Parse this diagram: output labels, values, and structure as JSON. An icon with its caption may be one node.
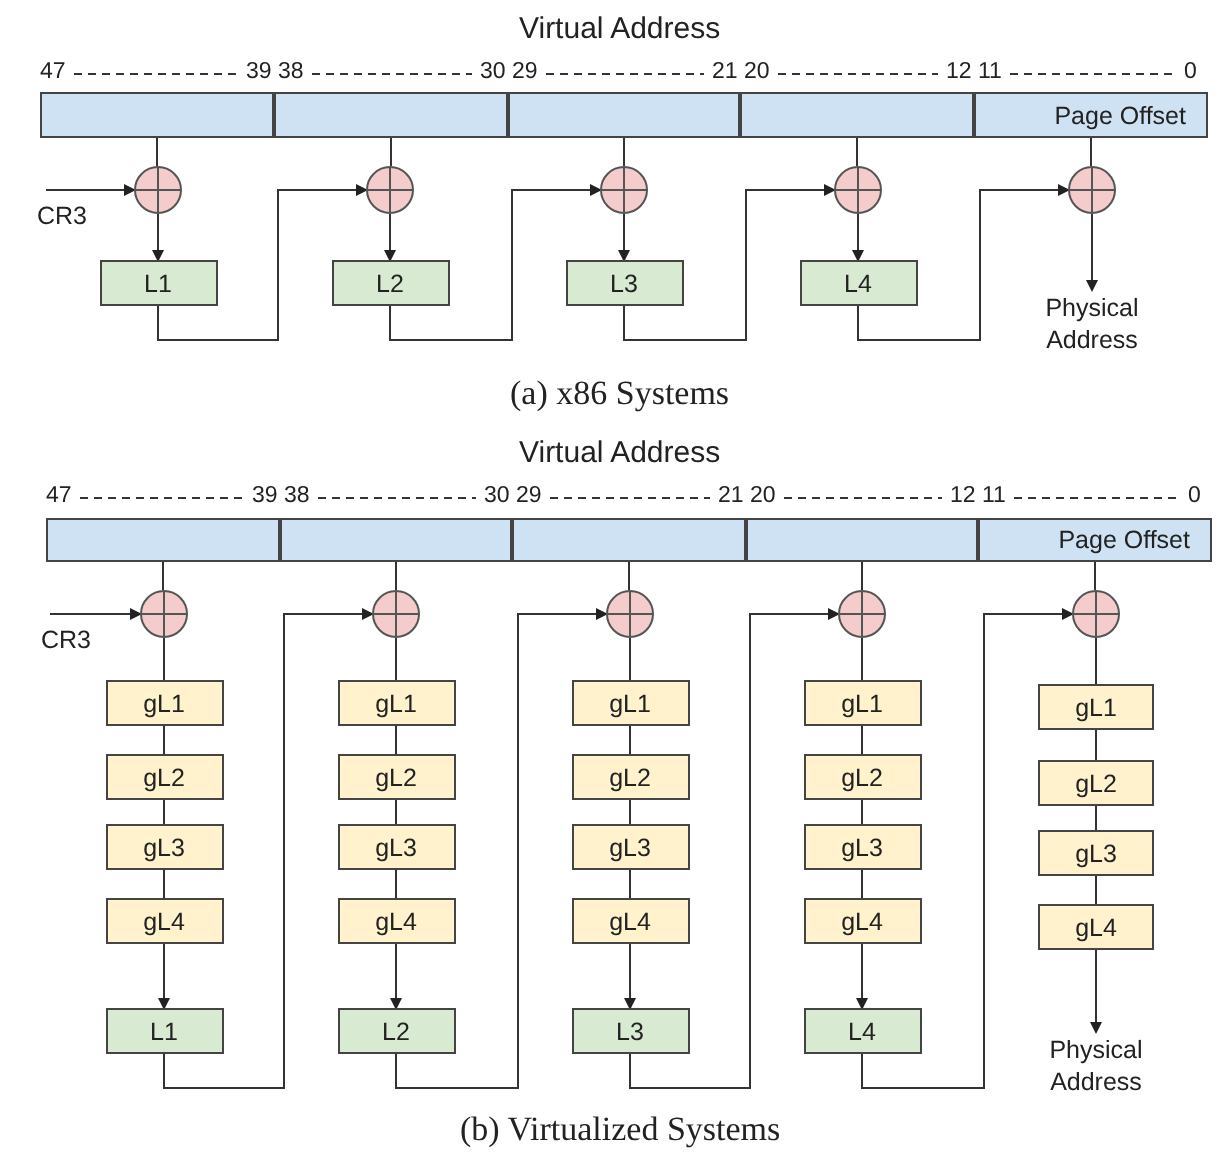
{
  "diagram": {
    "nodes": [
      {
        "text": [],
        "shape": "box"
      },
      {
        "text": [],
        "shape": "box"
      },
      {
        "text": [],
        "shape": "box"
      },
      {
        "text": [],
        "shape": "box"
      },
      {
        "text": [
          "Page Offset"
        ]
      },
      {
        "text": [
          "CR3"
        ]
      },
      {
        "text": [],
        "shape": "circle"
      },
      {
        "text": [],
        "shape": "circle"
      },
      {
        "text": [],
        "shape": "circle"
      },
      {
        "text": [],
        "shape": "circle"
      },
      {
        "text": [],
        "shape": "circle"
      },
      {
        "text": [
          "L1"
        ]
      },
      {
        "text": [
          "L2"
        ]
      },
      {
        "text": [
          "L3"
        ]
      },
      {
        "text": [
          "L4"
        ]
      },
      {
        "text": [
          "Physical Address"
        ]
      },
      {
        "text": [],
        "shape": "box"
      },
      {
        "text": [],
        "shape": "box"
      },
      {
        "text": [],
        "shape": "box"
      },
      {
        "text": [],
        "shape": "box"
      },
      {
        "text": [
          "Page Offset"
        ]
      },
      {
        "text": [
          "CR3"
        ]
      },
      {
        "text": [],
        "shape": "circle"
      },
      {
        "text": [],
        "shape": "circle"
      },
      {
        "text": [],
        "shape": "circle"
      },
      {
        "text": [],
        "shape": "circle"
      },
      {
        "text": [],
        "shape": "circle"
      },
      {
        "text": [
          "gL1"
        ]
      },
      {
        "text": [
          "gL1"
        ]
      },
      {
        "text": [
          "gL1"
        ]
      },
      {
        "text": [
          "gL1"
        ]
      },
      {
        "text": [
          "gL1"
        ]
      },
      {
        "text": [
          "gL2"
        ]
      },
      {
        "text": [
          "gL2"
        ]
      },
      {
        "text": [
          "gL2"
        ]
      },
      {
        "text": [
          "gL2"
        ]
      },
      {
        "text": [
          "gL2"
        ]
      },
      {
        "text": [
          "gL3"
        ]
      },
      {
        "text": [
          "gL3"
        ]
      },
      {
        "text": [
          "gL3"
        ]
      },
      {
        "text": [
          "gL3"
        ]
      },
      {
        "text": [
          "gL3"
        ]
      },
      {
        "text": [
          "gL4"
        ]
      },
      {
        "text": [
          "gL4"
        ]
      },
      {
        "text": [
          "gL4"
        ]
      },
      {
        "text": [
          "gL4"
        ]
      },
      {
        "text": [
          "gL4"
        ]
      },
      {
        "text": [
          "L1"
        ]
      },
      {
        "text": [
          "L2"
        ]
      },
      {
        "text": [
          "L3"
        ]
      },
      {
        "text": [
          "L4"
        ]
      },
      {
        "text": [
          "Physical Address"
        ]
      }
    ],
    "edges": [
      {
        "from": 0,
        "to": 6,
        "arrow": "none"
      },
      {
        "from": 1,
        "to": 7,
        "arrow": "none"
      },
      {
        "from": 2,
        "to": 8,
        "arrow": "none"
      },
      {
        "from": 3,
        "to": 9,
        "arrow": "none"
      },
      {
        "from": 4,
        "to": 10,
        "arrow": "none"
      },
      {
        "from": 5,
        "to": 6,
        "arrow": "to"
      },
      {
        "from": 6,
        "to": 11,
        "arrow": "to"
      },
      {
        "from": 7,
        "to": 12,
        "arrow": "to"
      },
      {
        "from": 8,
        "to": 13,
        "arrow": "to"
      },
      {
        "from": 9,
        "to": 14,
        "arrow": "to"
      },
      {
        "from": 10,
        "to": 15,
        "arrow": "to"
      },
      {
        "from": 11,
        "to": 7,
        "arrow": "to"
      },
      {
        "from": 12,
        "to": 8,
        "arrow": "to"
      },
      {
        "from": 13,
        "to": 9,
        "arrow": "to"
      },
      {
        "from": 14,
        "to": 10,
        "arrow": "to"
      },
      {
        "from": 16,
        "to": 22,
        "arrow": "none"
      },
      {
        "from": 17,
        "to": 23,
        "arrow": "none"
      },
      {
        "from": 18,
        "to": 24,
        "arrow": "none"
      },
      {
        "from": 19,
        "to": 25,
        "arrow": "none"
      },
      {
        "from": 20,
        "to": 26,
        "arrow": "none"
      },
      {
        "from": 21,
        "to": 22,
        "arrow": "to"
      },
      {
        "from": 22,
        "to": 27,
        "arrow": "none"
      },
      {
        "from": 23,
        "to": 28,
        "arrow": "none"
      },
      {
        "from": 24,
        "to": 29,
        "arrow": "none"
      },
      {
        "from": 25,
        "to": 30,
        "arrow": "none"
      },
      {
        "from": 26,
        "to": 31,
        "arrow": "none"
      },
      {
        "from": 27,
        "to": 32,
        "arrow": "none"
      },
      {
        "from": 28,
        "to": 33,
        "arrow": "none"
      },
      {
        "from": 29,
        "to": 34,
        "arrow": "none"
      },
      {
        "from": 30,
        "to": 35,
        "arrow": "none"
      },
      {
        "from": 31,
        "to": 36,
        "arrow": "none"
      },
      {
        "from": 32,
        "to": 37,
        "arrow": "none"
      },
      {
        "from": 33,
        "to": 38,
        "arrow": "none"
      },
      {
        "from": 34,
        "to": 39,
        "arrow": "none"
      },
      {
        "from": 35,
        "to": 40,
        "arrow": "none"
      },
      {
        "from": 36,
        "to": 41,
        "arrow": "none"
      },
      {
        "from": 37,
        "to": 42,
        "arrow": "none"
      },
      {
        "from": 38,
        "to": 43,
        "arrow": "none"
      },
      {
        "from": 39,
        "to": 44,
        "arrow": "none"
      },
      {
        "from": 40,
        "to": 45,
        "arrow": "none"
      },
      {
        "from": 41,
        "to": 46,
        "arrow": "none"
      },
      {
        "from": 42,
        "to": 47,
        "arrow": "to"
      },
      {
        "from": 43,
        "to": 48,
        "arrow": "to"
      },
      {
        "from": 44,
        "to": 49,
        "arrow": "to"
      },
      {
        "from": 45,
        "to": 50,
        "arrow": "to"
      },
      {
        "from": 46,
        "to": 51,
        "arrow": "to"
      },
      {
        "from": 47,
        "to": 23,
        "arrow": "to"
      },
      {
        "from": 48,
        "to": 24,
        "arrow": "to"
      },
      {
        "from": 49,
        "to": 25,
        "arrow": "to"
      },
      {
        "from": 50,
        "to": 26,
        "arrow": "to"
      }
    ],
    "labels": [
      "Virtual Address",
      "47",
      "39",
      "38",
      "30",
      "29",
      "21",
      "20",
      "12",
      "11",
      "0",
      "(a) x86 Systems",
      "Virtual Address",
      "47",
      "39",
      "38",
      "30",
      "29",
      "21",
      "20",
      "12",
      "11",
      "0",
      "(b) Virtualized Systems"
    ]
  }
}
